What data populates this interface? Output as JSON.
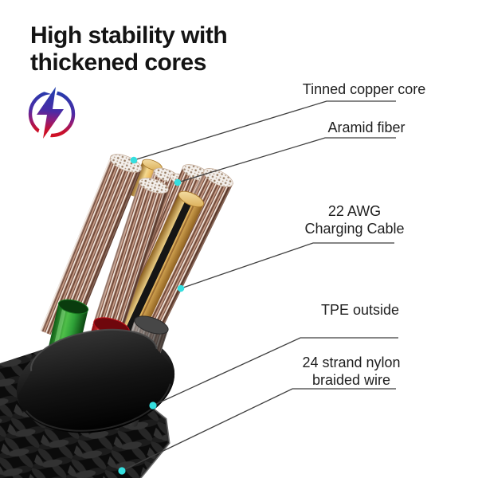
{
  "title": {
    "line1": "High stability with",
    "line2": "thickened cores"
  },
  "icon": {
    "name": "lightning-circle",
    "blue": "#1e3fae",
    "purple": "#7a2ba0",
    "red": "#d90f1c"
  },
  "labels": {
    "tinned_copper_core": "Tinned copper core",
    "aramid_fiber": "Aramid fiber",
    "awg_line1": "22 AWG",
    "awg_line2": "Charging Cable",
    "tpe_outside": "TPE outside",
    "braid_line1": "24 strand nylon",
    "braid_line2": "braided wire"
  },
  "colors": {
    "callout_dot": "#35dfdf",
    "leader_line": "#3f3f3f",
    "text": "#1f1f1f",
    "copper": "#9b6f5b",
    "aramid_gold": "#eec066",
    "wire_green": "#2fa238",
    "wire_red": "#e5202a",
    "wire_gray": "#6f6f6f",
    "tpe_black": "#191919",
    "braid_black": "#0b0b0b"
  }
}
